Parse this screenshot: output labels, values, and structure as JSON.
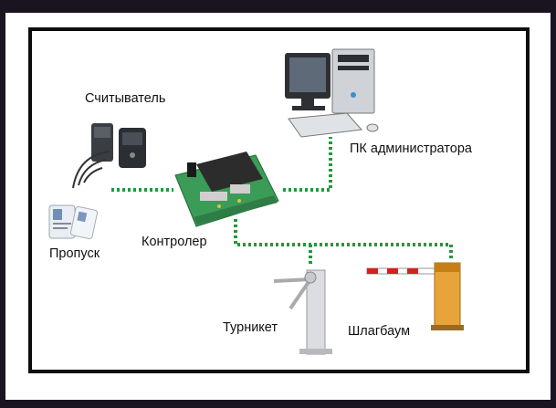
{
  "labels": {
    "reader": "Считыватель",
    "pass": "Пропуск",
    "controller": "Контролер",
    "admin_pc": "ПК администратора",
    "turnstile": "Турникет",
    "barrier": "Шлагбаум"
  },
  "colors": {
    "background": "#1a1320",
    "paper": "#ffffff",
    "frame": "#0d0d0d",
    "connector": "#1f9a3a",
    "barrier_stripe": "#d42020",
    "barrier_body": "#e8a43a",
    "board": "#3b9c57"
  },
  "icons": [
    "reader-icon",
    "pass-card-icon",
    "controller-board-icon",
    "computer-icon",
    "turnstile-icon",
    "barrier-gate-icon"
  ]
}
